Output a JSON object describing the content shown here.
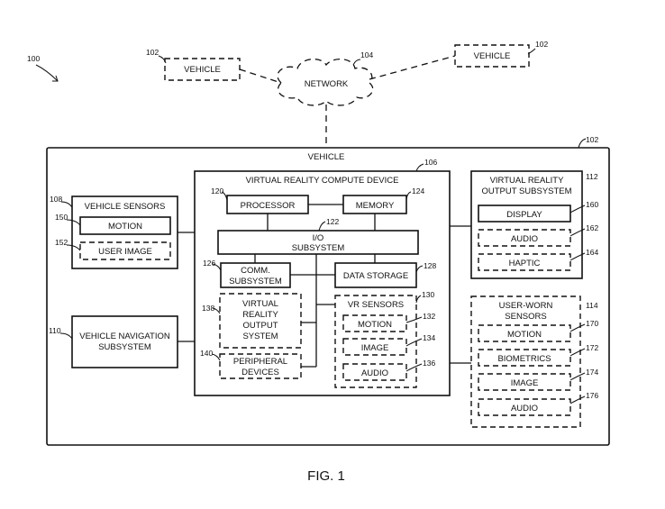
{
  "diagram": {
    "ref_100": "100",
    "network": {
      "label": "NETWORK",
      "ref": "104"
    },
    "remote_vehicle_left": {
      "label": "VEHICLE",
      "ref": "102"
    },
    "remote_vehicle_right": {
      "label": "VEHICLE",
      "ref": "102"
    },
    "vehicle": {
      "label": "VEHICLE",
      "ref": "102"
    },
    "vehicle_sensors": {
      "label": "VEHICLE SENSORS",
      "ref": "108"
    },
    "motion_sensor": {
      "label": "MOTION",
      "ref": "150"
    },
    "user_image": {
      "label": "USER IMAGE",
      "ref": "152"
    },
    "vehicle_navigation": {
      "line1": "VEHICLE NAVIGATION",
      "line2": "SUBSYSTEM",
      "ref": "110"
    },
    "vr_compute_device": {
      "label": "VIRTUAL REALITY COMPUTE DEVICE",
      "ref": "106"
    },
    "processor": {
      "label": "PROCESSOR",
      "ref": "120"
    },
    "memory": {
      "label": "MEMORY",
      "ref": "124"
    },
    "io_subsystem": {
      "line1": "I/O",
      "line2": "SUBSYSTEM",
      "ref": "122"
    },
    "comm_subsystem": {
      "line1": "COMM.",
      "line2": "SUBSYSTEM",
      "ref": "126"
    },
    "data_storage": {
      "label": "DATA STORAGE",
      "ref": "128"
    },
    "vr_output_system": {
      "line1": "VIRTUAL",
      "line2": "REALITY",
      "line3": "OUTPUT",
      "line4": "SYSTEM",
      "ref": "138"
    },
    "peripheral_devices": {
      "line1": "PERIPHERAL",
      "line2": "DEVICES",
      "ref": "140"
    },
    "vr_sensors": {
      "label": "VR SENSORS",
      "ref": "130"
    },
    "vr_motion": {
      "label": "MOTION",
      "ref": "132"
    },
    "vr_image": {
      "label": "IMAGE",
      "ref": "134"
    },
    "vr_audio": {
      "label": "AUDIO",
      "ref": "136"
    },
    "vr_output_subsystem": {
      "line1": "VIRTUAL REALITY",
      "line2": "OUTPUT SUBSYSTEM",
      "ref": "112"
    },
    "display": {
      "label": "DISPLAY",
      "ref": "160"
    },
    "out_audio": {
      "label": "AUDIO",
      "ref": "162"
    },
    "haptic": {
      "label": "HAPTIC",
      "ref": "164"
    },
    "user_worn_sensors": {
      "line1": "USER-WORN",
      "line2": "SENSORS",
      "ref": "114"
    },
    "uw_motion": {
      "label": "MOTION",
      "ref": "170"
    },
    "biometrics": {
      "label": "BIOMETRICS",
      "ref": "172"
    },
    "uw_image": {
      "label": "IMAGE",
      "ref": "174"
    },
    "uw_audio": {
      "label": "AUDIO",
      "ref": "176"
    },
    "figure_label": "FIG. 1"
  }
}
